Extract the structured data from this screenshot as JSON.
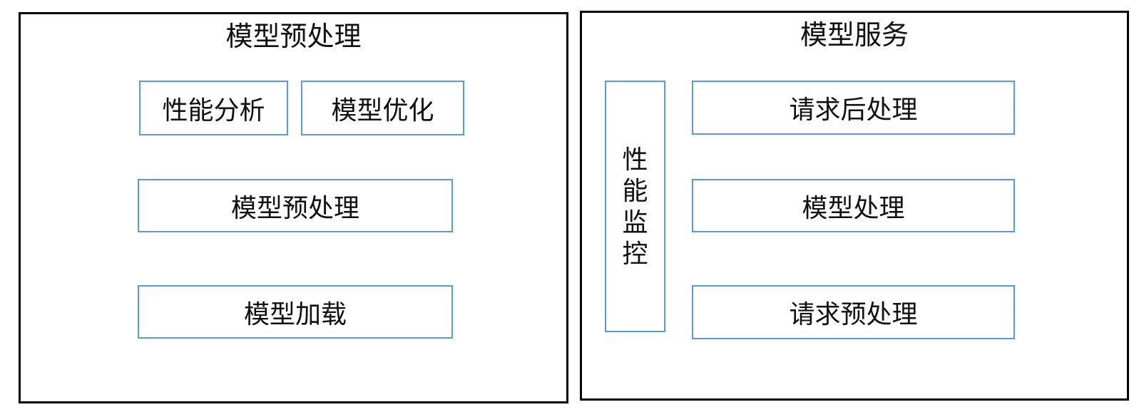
{
  "colors": {
    "inner_box_border": "#5B9BD5",
    "panel_border": "#000000",
    "text": "#111111",
    "background": "#ffffff"
  },
  "left_panel": {
    "title": "模型预处理",
    "boxes": {
      "performance_analysis": "性能分析",
      "model_optimization": "模型优化",
      "model_preprocessing": "模型预处理",
      "model_loading": "模型加载"
    }
  },
  "right_panel": {
    "title": "模型服务",
    "boxes": {
      "performance_monitoring": "性能监控",
      "request_postprocessing": "请求后处理",
      "model_processing": "模型处理",
      "request_preprocessing": "请求预处理"
    }
  }
}
